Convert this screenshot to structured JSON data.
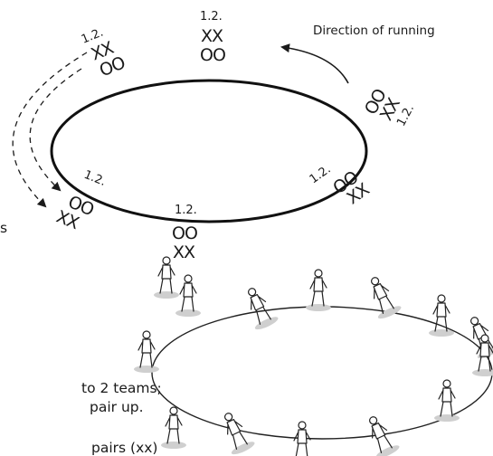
{
  "diagram": {
    "direction_label": "Direction of running",
    "stations": [
      {
        "label": "1.2.",
        "players_x": "XX",
        "players_o": "OO"
      },
      {
        "label": "1.2.",
        "players_x": "XX",
        "players_o": "OO"
      },
      {
        "label": "1.2.",
        "players_x": "XX",
        "players_o": "OO"
      },
      {
        "label": "1.2.",
        "players_x": "XX",
        "players_o": "OO"
      },
      {
        "label": "1.2.",
        "players_x": "XX",
        "players_o": "OO"
      },
      {
        "label": "1.2.",
        "players_x": "XX",
        "players_o": "OO"
      }
    ]
  },
  "text_fragments": {
    "left_s": "s",
    "line1": "to 2 teams;",
    "line2": "pair up.",
    "line3": "pairs (xx)"
  }
}
